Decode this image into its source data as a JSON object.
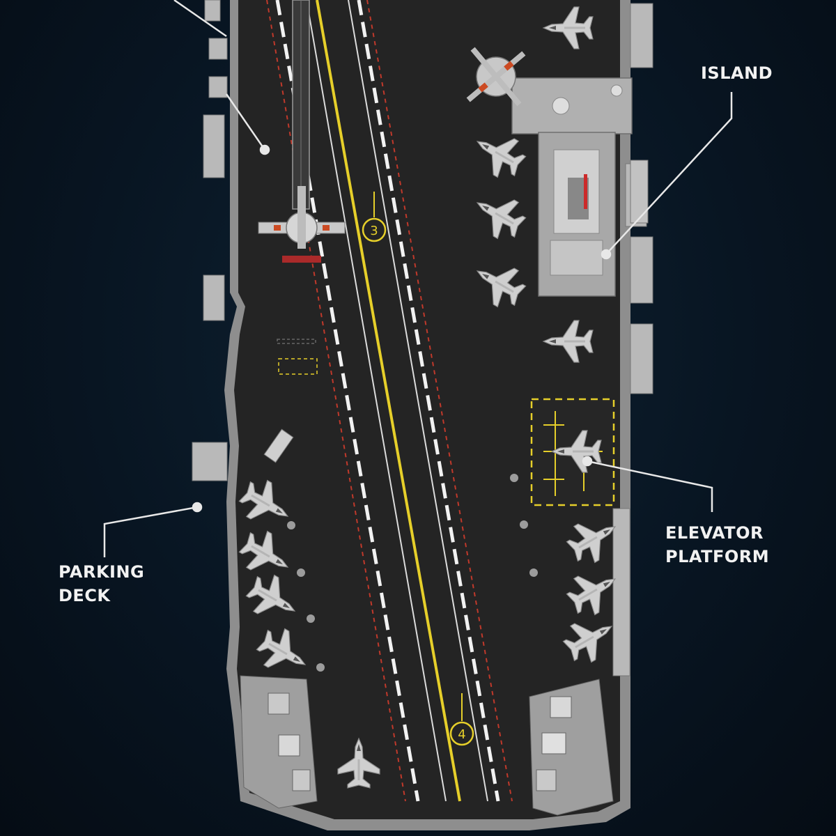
{
  "callouts": {
    "island": "ISLAND",
    "elevator": "ELEVATOR\nPLATFORM",
    "parking": "PARKING\nDECK"
  },
  "deck_markings": {
    "spot_3": "3",
    "spot_4": "4"
  },
  "colors": {
    "sea": "#081522",
    "deck": "#232323",
    "hull": "#9a9a9a",
    "centerline": "#e6cf2a",
    "foul_line": "#c0392b",
    "callout_line": "#e8e8e8"
  }
}
